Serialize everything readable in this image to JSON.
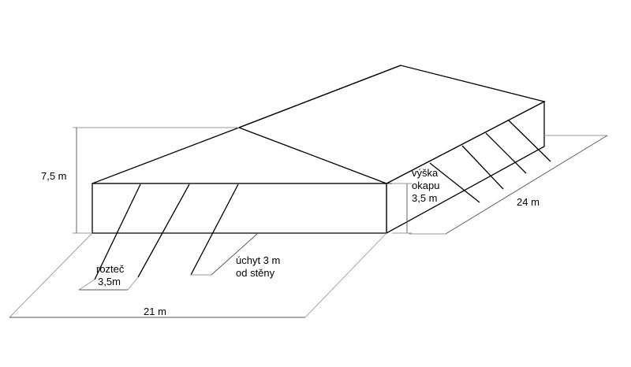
{
  "labels": {
    "height_total": "7,5 m",
    "eave_height_line1": "výška",
    "eave_height_line2": "okapu",
    "eave_height_line3": "3,5 m",
    "length": "24 m",
    "width": "21 m",
    "spacing_line1": "rozteč",
    "spacing_line2": "3,5m",
    "anchor_line1": "úchyt 3 m",
    "anchor_line2": "od stěny"
  },
  "colors": {
    "outline": "#000000",
    "dimension": "#9a9a9a",
    "background": "#ffffff"
  }
}
